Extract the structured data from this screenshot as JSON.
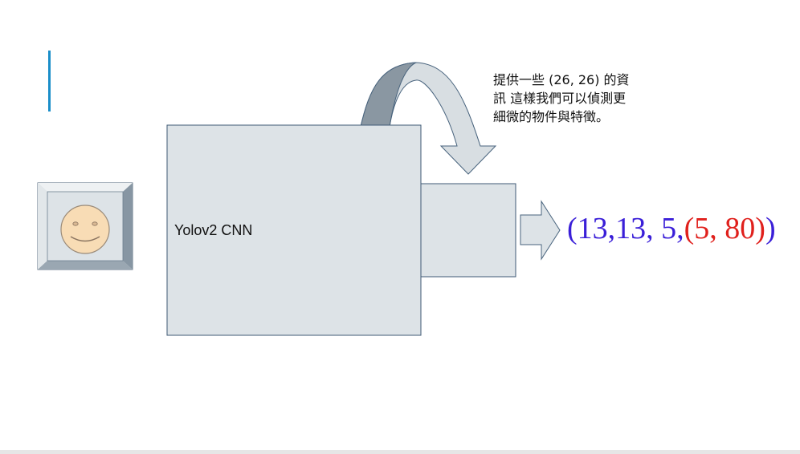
{
  "diagram": {
    "cnn_label": "Yolov2 CNN",
    "note_lines": [
      "提供一些 (26, 26) 的資",
      "訊 這樣我們可以偵測更",
      "細微的物件與特徵。"
    ],
    "output": {
      "blue_prefix": "(13,13, 5,",
      "red_part": "(5, 80)",
      "blue_suffix": ")"
    },
    "input_image_icon": "smiley-face-icon",
    "colors": {
      "accent": "#1a8ec9",
      "box_fill": "#dde3e7",
      "box_stroke": "#3f5a74",
      "output_blue": "#3a1fd8",
      "output_red": "#e0201c"
    }
  }
}
